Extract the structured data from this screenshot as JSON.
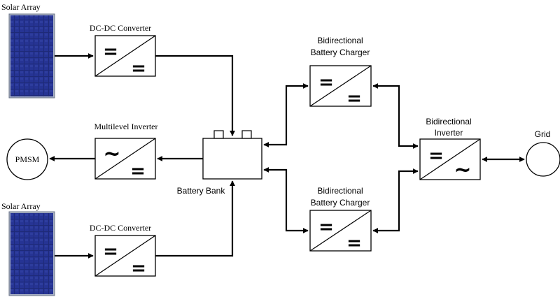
{
  "labels": {
    "solar_array_top": "Solar Array",
    "solar_array_bottom": "Solar Array",
    "dcdc_top": "DC-DC Converter",
    "dcdc_bottom": "DC-DC Converter",
    "multilevel_inverter": "Multilevel Inverter",
    "pmsm": "PMSM",
    "battery_bank": "Battery Bank",
    "charger_top_line1": "Bidirectional",
    "charger_top_line2": "Battery Charger",
    "charger_bottom_line1": "Bidirectional",
    "charger_bottom_line2": "Battery Charger",
    "bidir_inverter_line1": "Bidirectional",
    "bidir_inverter_line2": "Inverter",
    "grid": "Grid"
  },
  "symbols": {
    "dc": "=",
    "ac": "~"
  },
  "colors": {
    "panel_frame": "#9aa4b8",
    "panel_cell": "#1e2a78",
    "panel_cell_dark": "#121a55",
    "line": "#000000"
  }
}
